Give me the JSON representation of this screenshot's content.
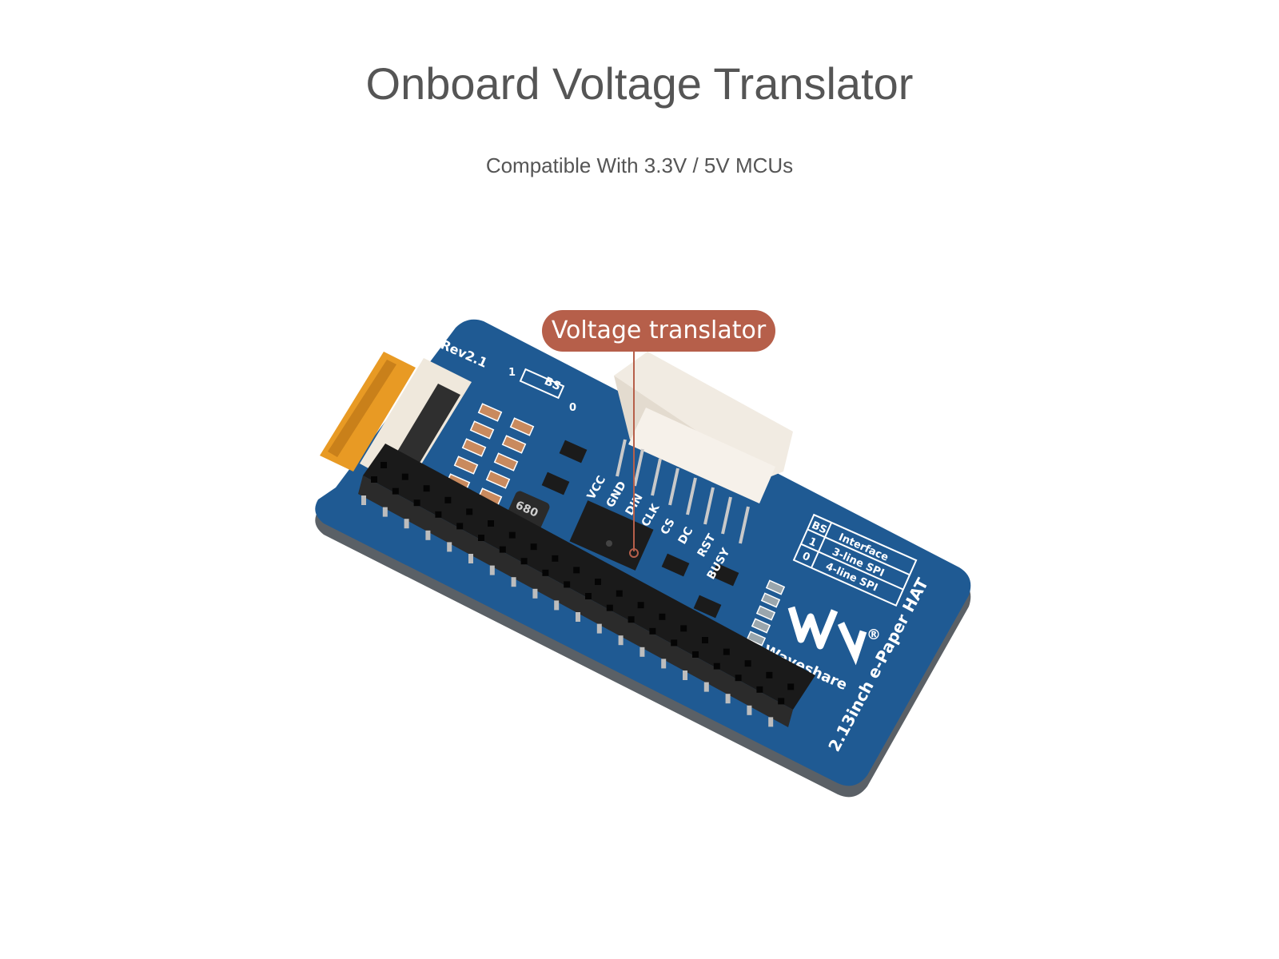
{
  "page": {
    "title": "Onboard Voltage Translator",
    "subtitle": "Compatible With 3.3V / 5V MCUs"
  },
  "callout": {
    "label": "Voltage translator",
    "color": "#b65f4a"
  },
  "board": {
    "color": "#1f5a93",
    "revision": "Rev2.1",
    "bs_label": "BS",
    "bs_one": "1",
    "bs_zero": "0",
    "inductor_marking": "680",
    "pin_labels": [
      "VCC",
      "GND",
      "DIN",
      "CLK",
      "CS",
      "DC",
      "RST",
      "BUSY"
    ],
    "interface_table": {
      "header": [
        "BS",
        "Interface"
      ],
      "rows": [
        [
          "1",
          "3-line SPI"
        ],
        [
          "0",
          "4-line SPI"
        ]
      ]
    },
    "brand": "Waveshare",
    "registered_mark": "®",
    "product_name": "2.13inch e-Paper HAT"
  }
}
